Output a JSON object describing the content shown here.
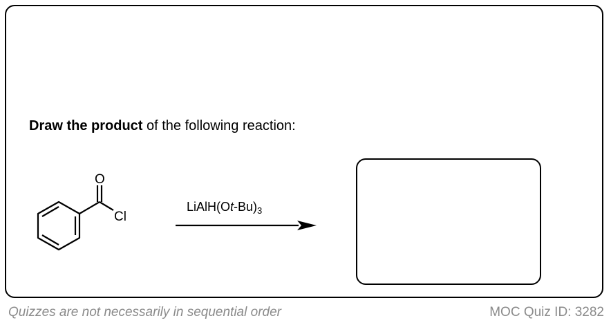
{
  "question": {
    "prompt_bold": "Draw the product",
    "prompt_rest": " of the following reaction:"
  },
  "reaction": {
    "reactant_labels": {
      "oxygen": "O",
      "chlorine": "Cl"
    },
    "reagent": {
      "main": "LiAlH(O",
      "italic": "t",
      "tail": "-Bu)",
      "subscript": "3"
    }
  },
  "footer": {
    "note": "Quizzes are not necessarily in sequential order",
    "quiz_id": "MOC Quiz ID: 3282"
  },
  "colors": {
    "border": "#000000",
    "footer_text": "#8a8a8a"
  },
  "icons": {
    "reactant": "benzoyl-chloride-structure",
    "arrow": "reaction-arrow-icon"
  }
}
